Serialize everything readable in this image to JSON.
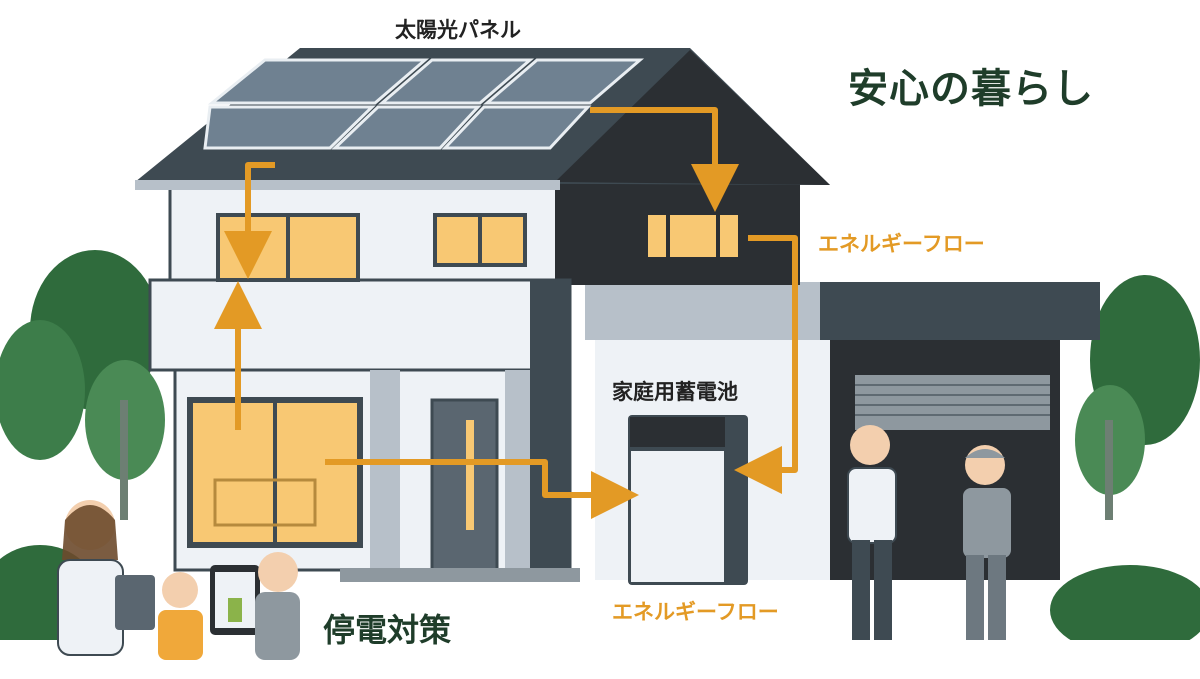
{
  "labels": {
    "title": "安心の暮らし",
    "solar_panel": "太陽光パネル",
    "energy_flow_upper": "エネルギーフロー",
    "energy_flow_lower": "エネルギーフロー",
    "home_battery": "家庭用蓄電池",
    "power_outage": "停電対策"
  },
  "colors": {
    "flow_arrow": "#e39a25",
    "title_text": "#1f3d2a",
    "roof": "#3e4a52",
    "solar_panel": "#6f8191",
    "window_light": "#f8c873",
    "tree": "#2f6b3c"
  }
}
